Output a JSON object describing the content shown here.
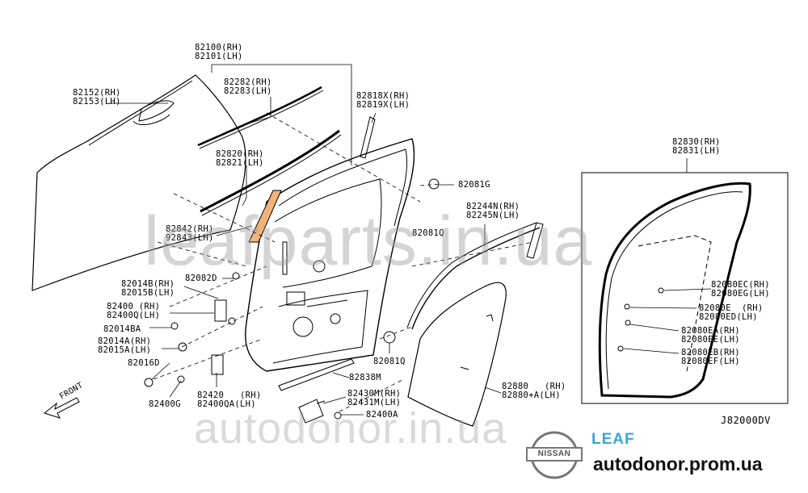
{
  "diagram": {
    "callouts": {
      "c82100": [
        "82100(RH)",
        "82101(LH)"
      ],
      "c82152": [
        "82152(RH)",
        "82153(LH)"
      ],
      "c82282": [
        "82282(RH)",
        "82283(LH)"
      ],
      "c82818": [
        "82818X(RH)",
        "82819X(LH)"
      ],
      "c82820": [
        "82820(RH)",
        "82821(LH)"
      ],
      "c82081g": [
        "82081G"
      ],
      "c82842": [
        "82842(RH)",
        "92843(LH)"
      ],
      "c82244": [
        "82244N(RH)",
        "82245N(LH)"
      ],
      "c82081q_upper": [
        "82081Q"
      ],
      "c82014b": [
        "82014B(RH)",
        "82015B(LH)"
      ],
      "c82082d": [
        "82082D"
      ],
      "c82400": [
        "82400 (RH)",
        "82400Q(LH)"
      ],
      "c82014ba": [
        "82014BA"
      ],
      "c82014a": [
        "82014A(RH)",
        "82015A(LH)"
      ],
      "c82016d": [
        "82016D"
      ],
      "c82400g": [
        "82400G"
      ],
      "c82420": [
        "82420   (RH)",
        "82400QA(LH)"
      ],
      "c82838m": [
        "82838M"
      ],
      "c82430": [
        "82430M(RH)",
        "82431M(LH)"
      ],
      "c82400a": [
        "82400A"
      ],
      "c82081q": [
        "82081Q"
      ],
      "c82880": [
        "82880   (RH)",
        "82880+A(LH)"
      ],
      "c82830": [
        "82830(RH)",
        "82831(LH)"
      ],
      "c82080ec": [
        "82080EC(RH)",
        "82080EG(LH)"
      ],
      "c82080e": [
        "82080E  (RH)",
        "82080ED(LH)"
      ],
      "c82080ea": [
        "82080EA(RH)",
        "82080EE(LH)"
      ],
      "c82080eb": [
        "82080EB(RH)",
        "82080EF(LH)"
      ]
    },
    "diagram_code": "J82000DV",
    "front_label": "FRONT"
  },
  "branding": {
    "watermark_top": "leafparts.in.ua",
    "watermark_bottom": "autodonor.in.ua",
    "nissan_logo_text": "NISSAN",
    "leaf_logo_text": "LEAF",
    "site": "autodonor.prom.ua",
    "leaf_color": "#36a9d6"
  }
}
